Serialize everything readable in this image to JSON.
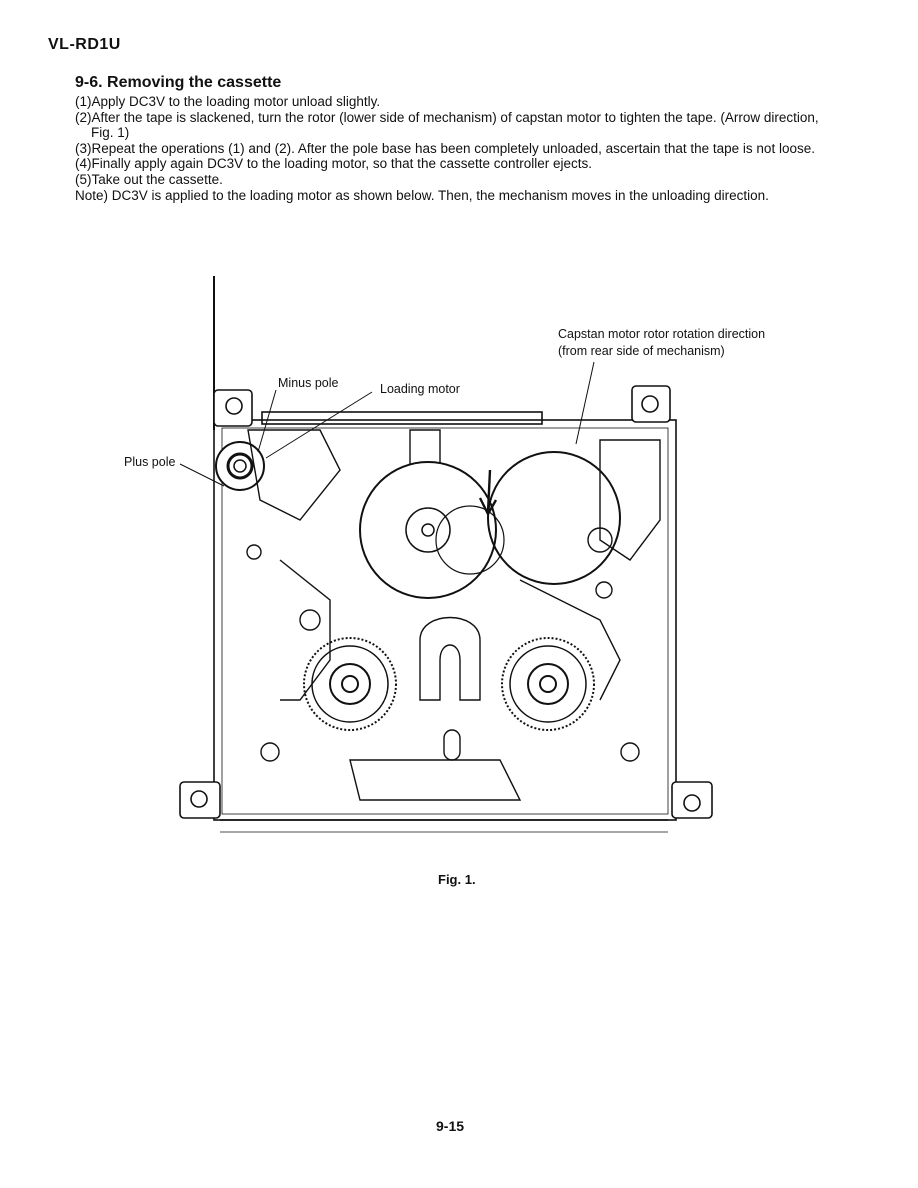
{
  "header": {
    "model": "VL-RD1U"
  },
  "section": {
    "title": "9-6. Removing the cassette",
    "steps": [
      "(1)Apply DC3V to the loading motor unload slightly.",
      "(2)After the tape is slackened, turn the rotor (lower side of mechanism) of capstan motor to tighten the tape. (Arrow direction, Fig. 1)",
      "(3)Repeat the operations (1) and (2). After the pole base has been completely unloaded, ascertain that the tape is not loose.",
      "(4)Finally apply again DC3V to the loading motor, so that the cassette controller ejects.",
      "(5)Take out the cassette.",
      "Note) DC3V is applied to the loading motor as shown below. Then, the mechanism moves in the unloading direction."
    ]
  },
  "figure": {
    "labels": {
      "capstan_line1": "Capstan motor rotor rotation direction",
      "capstan_line2": "(from rear side of mechanism)",
      "minus_pole": "Minus pole",
      "loading_motor": "Loading motor",
      "plus_pole": "Plus pole"
    },
    "caption": "Fig. 1."
  },
  "footer": {
    "page_number": "9-15"
  }
}
